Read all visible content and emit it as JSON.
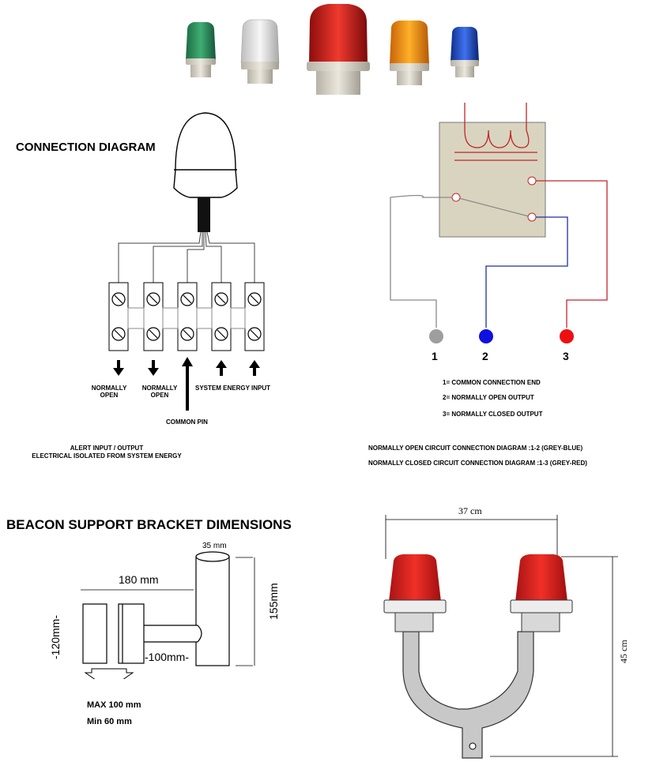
{
  "beacons": [
    {
      "name": "green-beacon",
      "color": "#2f8f5b"
    },
    {
      "name": "clear-beacon",
      "color": "#e6e6e6"
    },
    {
      "name": "red-beacon",
      "color": "#cc1f1f"
    },
    {
      "name": "amber-beacon",
      "color": "#f08a12"
    },
    {
      "name": "blue-beacon",
      "color": "#1e4fd0"
    }
  ],
  "left": {
    "title": "CONNECTION DIAGRAM",
    "arrows": {
      "no1": "NORMALLY\nOPEN",
      "no2": "NORMALLY\nOPEN",
      "system": "SYSTEM ENERGY INPUT",
      "common": "COMMON PIN"
    },
    "footer": [
      "ALERT INPUT / OUTPUT",
      "ELECTRICAL ISOLATED FROM SYSTEM ENERGY"
    ]
  },
  "right": {
    "terminals": [
      "1",
      "2",
      "3"
    ],
    "terminal_colors": [
      "#9e9e9e",
      "#1010e0",
      "#ee1010"
    ],
    "wire_colors": {
      "grey": "#8a8a8a",
      "blue": "#1f2fa8",
      "red": "#c0262b"
    },
    "relay_fill": "#d9d4bf",
    "legend": [
      "1= COMMON CONNECTION END",
      "2= NORMALLY OPEN OUTPUT",
      "3= NORMALLY CLOSED OUTPUT"
    ],
    "notes": [
      "NORMALLY OPEN CIRCUIT CONNECTION DIAGRAM :1-2 (GREY-BLUE)",
      "NORMALLY CLOSED CIRCUIT CONNECTION DIAGRAM :1-3 (GREY-RED)"
    ]
  },
  "bracket": {
    "title": "BEACON SUPPORT BRACKET DIMENSIONS",
    "dim_top": "35 mm",
    "dim_length": "180 mm",
    "dim_height": "155mm",
    "dim_left": "-120mm-",
    "dim_inner": "-100mm-",
    "max": "MAX 100 mm",
    "min": "Min 60 mm"
  },
  "double": {
    "width": "37 cm",
    "height": "45 cm"
  }
}
